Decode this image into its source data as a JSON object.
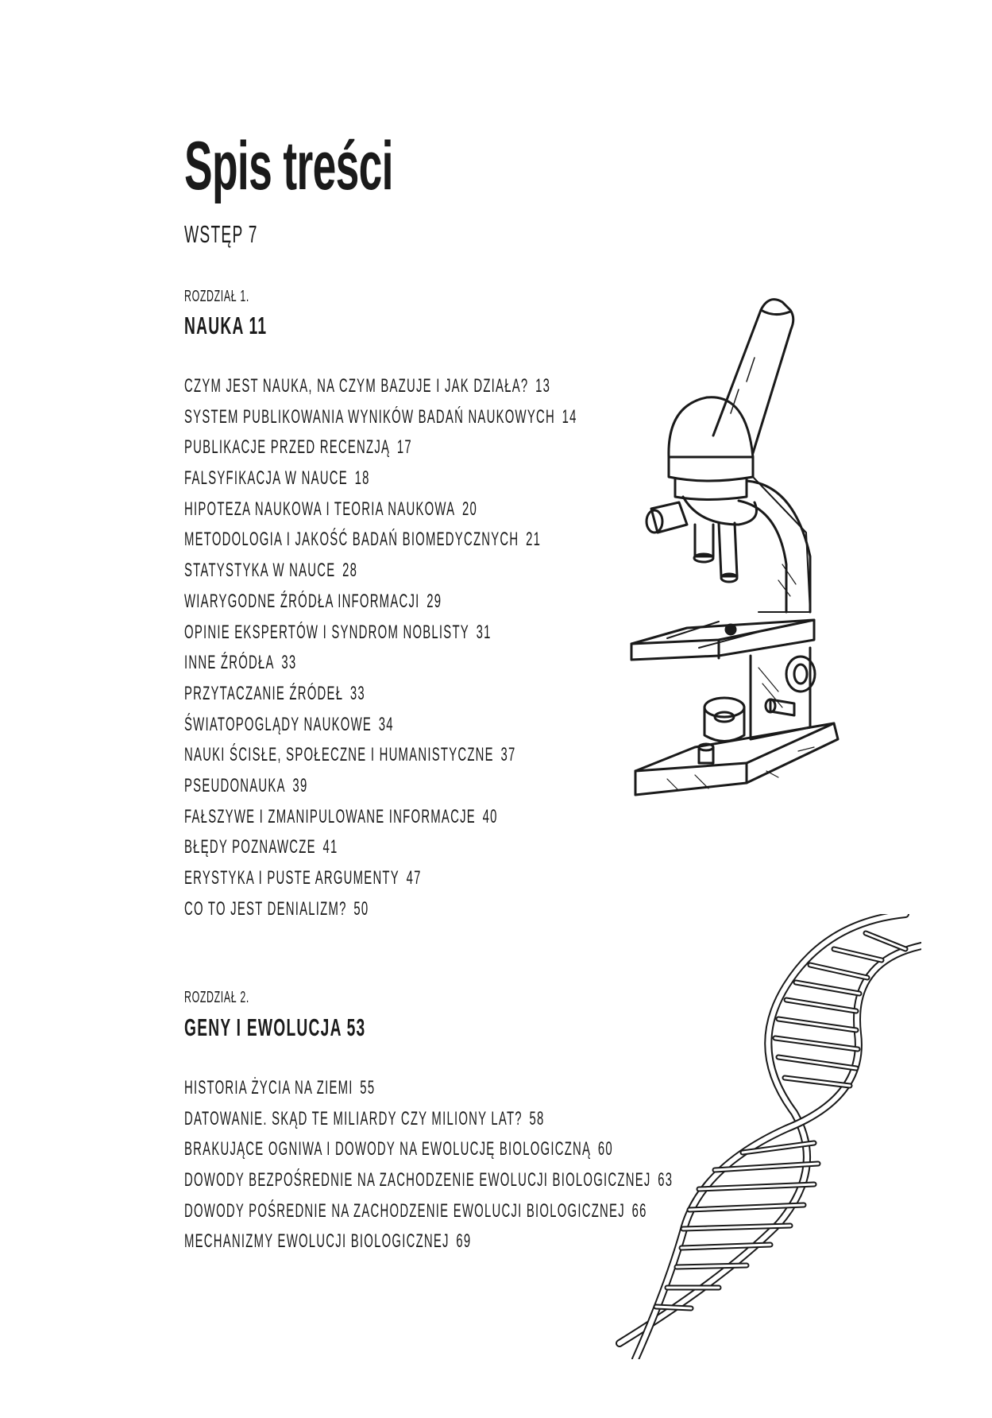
{
  "page": {
    "title": "Spis treści",
    "intro": {
      "label": "WSTĘP",
      "page": "7"
    }
  },
  "chapters": [
    {
      "label": "ROZDZIAŁ 1.",
      "title": "NAUKA 11",
      "entries": [
        {
          "text": "CZYM JEST NAUKA, NA CZYM BAZUJE I JAK DZIAŁA?",
          "page": "13"
        },
        {
          "text": "SYSTEM PUBLIKOWANIA WYNIKÓW BADAŃ NAUKOWYCH",
          "page": "14"
        },
        {
          "text": "PUBLIKACJE PRZED RECENZJĄ",
          "page": "17"
        },
        {
          "text": "FALSYFIKACJA W NAUCE",
          "page": "18"
        },
        {
          "text": "HIPOTEZA NAUKOWA I TEORIA NAUKOWA",
          "page": "20"
        },
        {
          "text": "METODOLOGIA I JAKOŚĆ BADAŃ BIOMEDYCZNYCH",
          "page": "21"
        },
        {
          "text": "STATYSTYKA W NAUCE",
          "page": "28"
        },
        {
          "text": "WIARYGODNE ŹRÓDŁA INFORMACJI",
          "page": "29"
        },
        {
          "text": "OPINIE EKSPERTÓW I SYNDROM NOBLISTY",
          "page": "31"
        },
        {
          "text": "INNE ŹRÓDŁA",
          "page": "33"
        },
        {
          "text": "PRZYTACZANIE ŹRÓDEŁ",
          "page": "33"
        },
        {
          "text": "ŚWIATOPOGLĄDY NAUKOWE",
          "page": "34"
        },
        {
          "text": "NAUKI ŚCISŁE, SPOŁECZNE I HUMANISTYCZNE",
          "page": "37"
        },
        {
          "text": "PSEUDONAUKA",
          "page": "39"
        },
        {
          "text": "FAŁSZYWE I ZMANIPULOWANE INFORMACJE",
          "page": "40"
        },
        {
          "text": "BŁĘDY POZNAWCZE",
          "page": "41"
        },
        {
          "text": "ERYSTYKA I PUSTE ARGUMENTY",
          "page": "47"
        },
        {
          "text": "CO TO JEST DENIALIZM?",
          "page": "50"
        }
      ]
    },
    {
      "label": "ROZDZIAŁ 2.",
      "title": "GENY I EWOLUCJA 53",
      "entries": [
        {
          "text": "HISTORIA ŻYCIA NA ZIEMI",
          "page": "55"
        },
        {
          "text": "DATOWANIE. SKĄD TE MILIARDY CZY MILIONY LAT?",
          "page": "58"
        },
        {
          "text": "BRAKUJĄCE OGNIWA I DOWODY NA EWOLUCJĘ BIOLOGICZNĄ",
          "page": "60"
        },
        {
          "text": "DOWODY BEZPOŚREDNIE NA ZACHODZENIE EWOLUCJI BIOLOGICZNEJ",
          "page": "63"
        },
        {
          "text": "DOWODY POŚREDNIE NA ZACHODZENIE EWOLUCJI BIOLOGICZNEJ",
          "page": "66"
        },
        {
          "text": "MECHANIZMY EWOLUCJI BIOLOGICZNEJ",
          "page": "69"
        }
      ]
    }
  ],
  "illustrations": {
    "microscope": "microscope-icon",
    "dna": "dna-helix-icon"
  }
}
